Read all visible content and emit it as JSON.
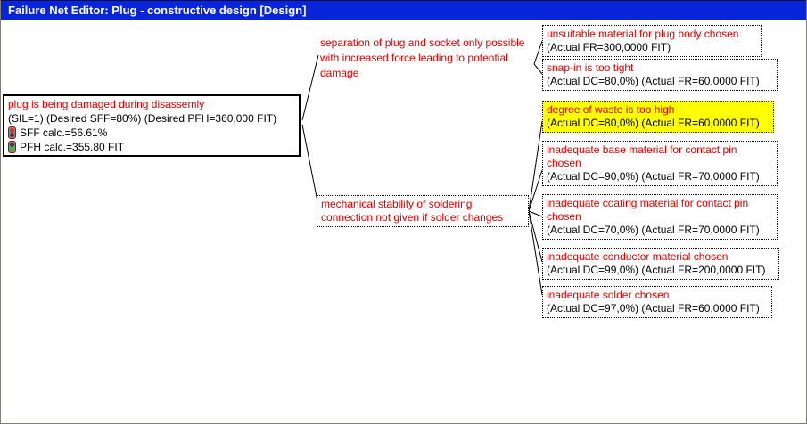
{
  "window": {
    "title": "Failure Net Editor: Plug - constructive design [Design]"
  },
  "colors": {
    "titlebar_bg": "#0925dc",
    "titlebar_text": "#ffffff",
    "node_text_red": "#dd0000",
    "node_text_black": "#000000",
    "highlight_yellow": "#ffff00",
    "status_red": "#ff1a1a",
    "status_green": "#22cc22",
    "canvas_bg": "#ffffff"
  },
  "root_node": {
    "title": "plug is being damaged during disassemly",
    "params": "(SIL=1) (Desired SFF=80%) (Desired PFH=360,000 FIT)",
    "metrics": [
      {
        "icon": "traffic-light-red-icon",
        "label": "SFF calc.=56.61%"
      },
      {
        "icon": "traffic-light-green-icon",
        "label": "PFH calc.=355.80 FIT"
      }
    ]
  },
  "level1_causes": [
    {
      "text": "separation of plug and socket only possible with increased force leading to potential damage"
    },
    {
      "text": "mechanical stability of soldering connection not given if solder changes"
    }
  ],
  "level2_causes": [
    {
      "title": "unsuitable material for plug body chosen",
      "detail": "(Actual FR=300,0000 FIT)",
      "highlighted": false
    },
    {
      "title": "snap-in is too tight",
      "detail": "(Actual DC=80,0%) (Actual FR=60,0000 FIT)",
      "highlighted": false
    },
    {
      "title": "degree of waste is too high",
      "detail": "(Actual DC=80,0%) (Actual FR=60,0000 FIT)",
      "highlighted": true
    },
    {
      "title": "inadequate base material for contact pin chosen",
      "detail": "(Actual DC=90,0%) (Actual FR=70,0000 FIT)",
      "highlighted": false
    },
    {
      "title": "inadequate coating material for contact pin chosen",
      "detail": "(Actual DC=70,0%) (Actual FR=70,0000 FIT)",
      "highlighted": false
    },
    {
      "title": "inadequate conductor material chosen",
      "detail": "(Actual DC=99,0%) (Actual FR=200,0000 FIT)",
      "highlighted": false
    },
    {
      "title": "inadequate solder chosen",
      "detail": "(Actual DC=97,0%) (Actual FR=60,0000 FIT)",
      "highlighted": false
    }
  ]
}
